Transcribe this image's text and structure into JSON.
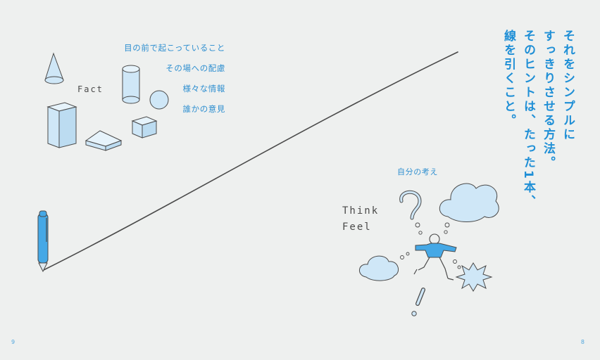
{
  "left_page": {
    "fact_items": [
      "目の前で起こっていること",
      "その場への配慮",
      "様々な情報",
      "誰かの意見"
    ],
    "fact_label": "Fact",
    "page_number": "9"
  },
  "right_page": {
    "heading_lines": [
      "それをシンプルに",
      "すっきりさせる方法。",
      "そのヒントは、たった1本、",
      "線を引くこと。"
    ],
    "opinion_label": "自分の考え",
    "think_label": "Think",
    "feel_label": "Feel",
    "page_number": "8"
  },
  "colors": {
    "background": "#eef0ef",
    "accent_blue": "#2f8fd0",
    "light_blue": "#cfe7f7",
    "line": "#4a4a4a"
  }
}
